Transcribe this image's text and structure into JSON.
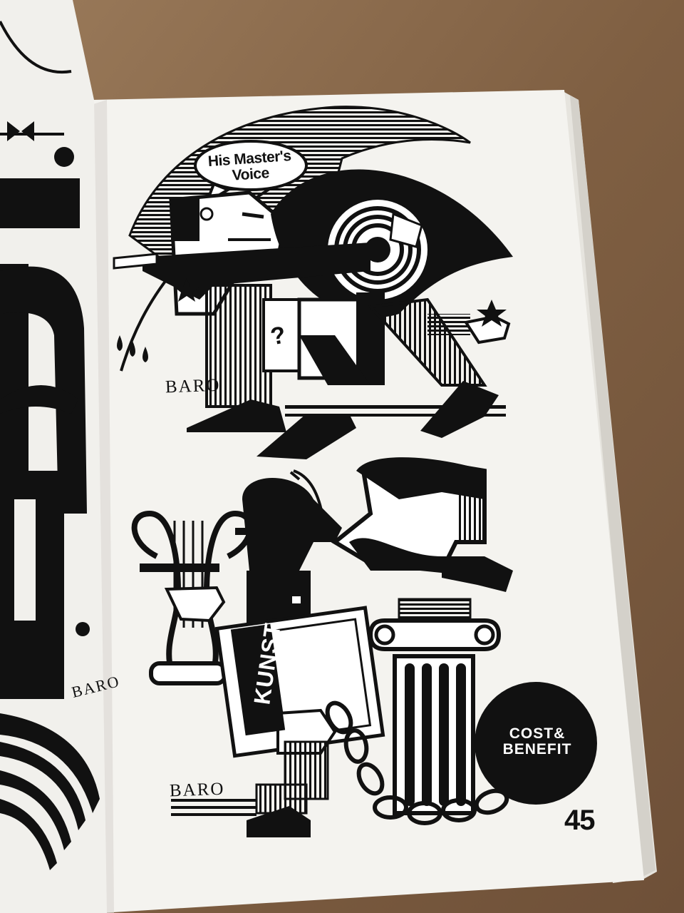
{
  "illustration_top": {
    "speech_bubble": "His Master's Voice",
    "question_mark": "?",
    "signature": "BARO"
  },
  "illustration_bottom": {
    "book_label": "KUNST",
    "ball_label": "COST& BENEFIT",
    "signature": "BARO"
  },
  "left_page": {
    "signature": "BARO"
  },
  "page_number": "45",
  "colors": {
    "table": "#8a6a4c",
    "paper": "#f4f3ef",
    "ink": "#111111"
  }
}
